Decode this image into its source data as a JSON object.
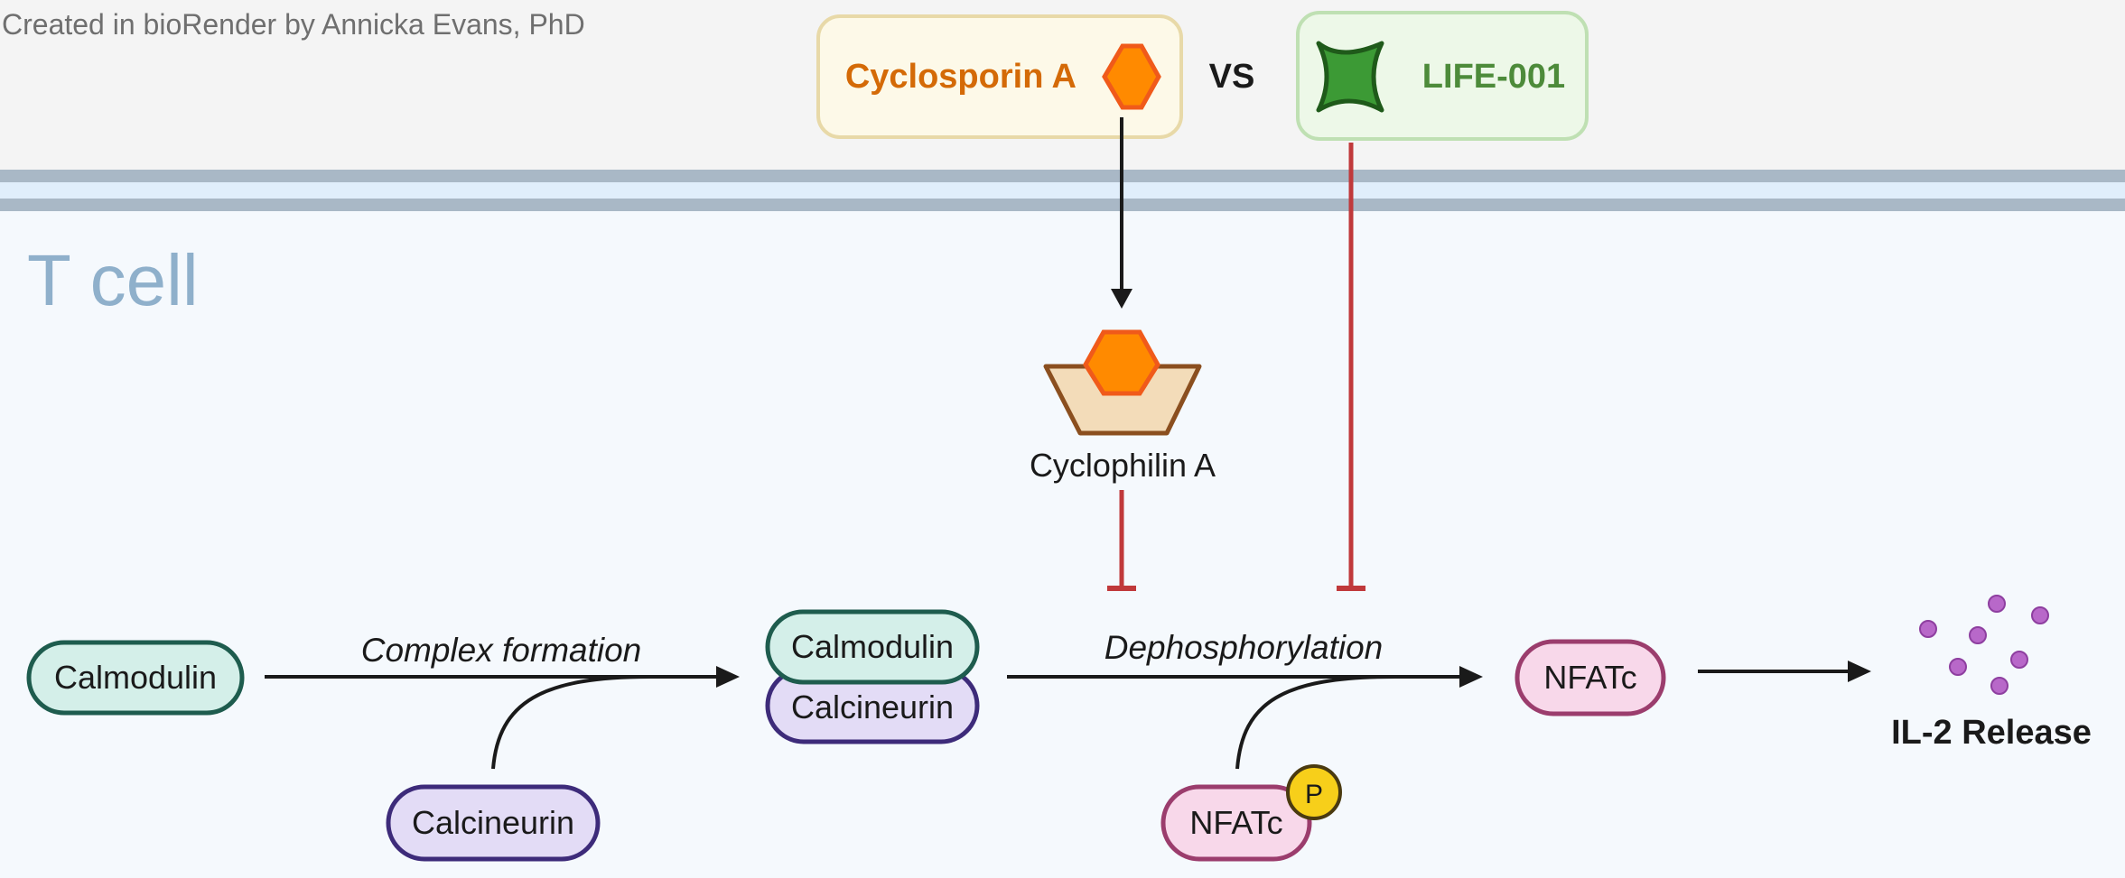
{
  "credit": "Created in bioRender by Annicka Evans, PhD",
  "cell_label": "T cell",
  "drugs": {
    "cyclosporin": "Cyclosporin A",
    "vs": "VS",
    "life": "LIFE-001"
  },
  "cyclophilin_label": "Cyclophilin A",
  "nodes": {
    "calmodulin_left": "Calmodulin",
    "calcineurin_bottom": "Calcineurin",
    "complex_calmodulin": "Calmodulin",
    "complex_calcineurin": "Calcineurin",
    "nfatc_phos": "NFATc",
    "phosphate": "P",
    "nfatc_right": "NFATc",
    "il2_release": "IL-2 Release"
  },
  "process_labels": {
    "complex_formation": "Complex formation",
    "dephosphorylation": "Dephosphorylation"
  },
  "colors": {
    "calmodulin_fill": "#d4efe9",
    "calmodulin_stroke": "#1e5c4e",
    "calcineurin_fill": "#e3dcf6",
    "calcineurin_stroke": "#3d2b7a",
    "nfatc_fill": "#f8d8ea",
    "nfatc_stroke": "#9b3d6d",
    "phosphate_fill": "#f7cf1a",
    "cyclosporin_text": "#d46a07",
    "cyclosporin_fill": "#ff8a00",
    "life_text": "#4d8b3a",
    "inhibit": "#c0393b",
    "il2_dot": "#b868c9"
  }
}
